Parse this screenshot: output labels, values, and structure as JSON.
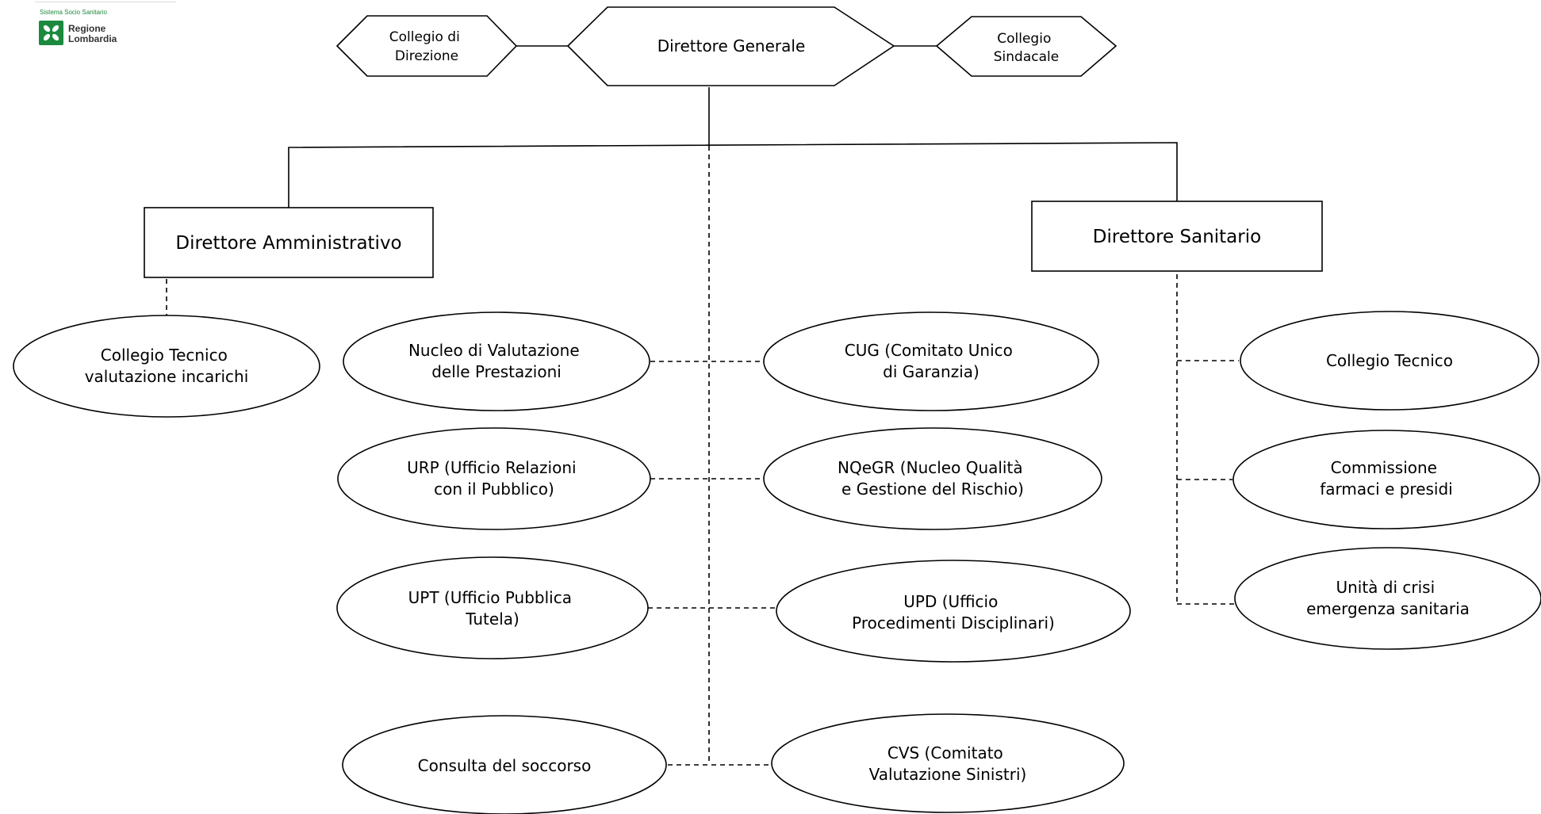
{
  "logo": {
    "caption": "Sistema Socio Sanitario",
    "name_line1": "Regione",
    "name_line2": "Lombardia",
    "brand_color": "#1b8a3e"
  },
  "nodes": {
    "collegio_direzione": [
      "Collegio di",
      "Direzione"
    ],
    "direttore_generale": [
      "Direttore Generale"
    ],
    "collegio_sindacale": [
      "Collegio",
      "Sindacale"
    ],
    "direttore_amministrativo": [
      "Direttore Amministrativo"
    ],
    "direttore_sanitario": [
      "Direttore Sanitario"
    ],
    "collegio_tecnico_incarichi": [
      "Collegio Tecnico",
      "valutazione incarichi"
    ],
    "nucleo_valutazione": [
      "Nucleo di Valutazione",
      "delle Prestazioni"
    ],
    "cug": [
      "CUG (Comitato Unico",
      "di Garanzia)"
    ],
    "urp": [
      "URP (Ufficio Relazioni",
      "con il Pubblico)"
    ],
    "nqegr": [
      "NQeGR (Nucleo Qualità",
      "e Gestione del Rischio)"
    ],
    "upt": [
      "UPT (Ufficio Pubblica",
      "Tutela)"
    ],
    "upd": [
      "UPD (Ufficio",
      "Procedimenti Disciplinari)"
    ],
    "consulta_soccorso": [
      "Consulta del soccorso"
    ],
    "cvs": [
      "CVS (Comitato",
      "Valutazione Sinistri)"
    ],
    "collegio_tecnico": [
      "Collegio Tecnico"
    ],
    "commissione_farmaci": [
      "Commissione",
      "farmaci e presidi"
    ],
    "unita_crisi": [
      "Unità di crisi",
      "emergenza sanitaria"
    ]
  }
}
